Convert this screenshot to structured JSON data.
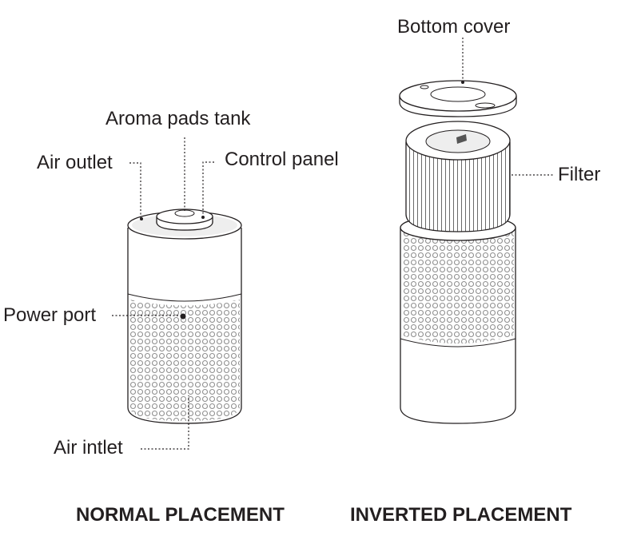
{
  "labels": {
    "air_outlet": "Air outlet",
    "aroma_pads_tank": "Aroma pads tank",
    "control_panel": "Control panel",
    "power_port": "Power port",
    "air_inlet": "Air intlet",
    "bottom_cover": "Bottom cover",
    "filter": "Filter"
  },
  "captions": {
    "normal": "NORMAL PLACEMENT",
    "inverted": "INVERTED PLACEMENT"
  },
  "colors": {
    "ink": "#231f20",
    "mesh": "#9a9a9a",
    "background": "#ffffff"
  }
}
